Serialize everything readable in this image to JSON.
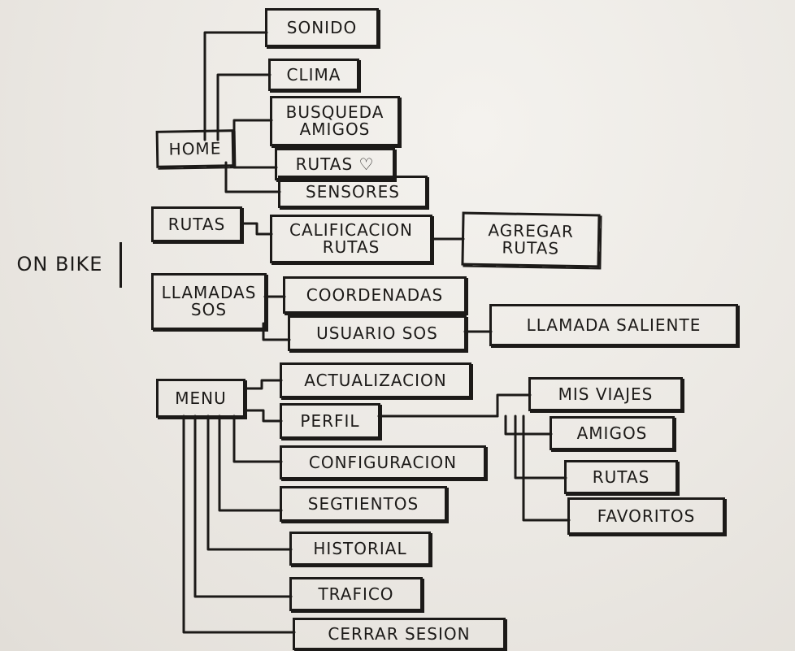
{
  "root": "ON BIKE",
  "nodes": {
    "home": "HOME",
    "sonido": "SONIDO",
    "clima": "CLIMA",
    "busqueda_amigos": "BUSQUEDA\nAMIGOS",
    "rutas_fav": "RUTAS ♡",
    "sensores": "SENSORES",
    "rutas": "RUTAS",
    "calificacion_rutas": "CALIFICACION\nRUTAS",
    "agregar_rutas": "AGREGAR\nRUTAS",
    "llamadas_sos": "LLAMADAS\nSOS",
    "coordenadas": "COORDENADAS",
    "usuario_sos": "USUARIO SOS",
    "llamada_saliente": "LLAMADA SALIENTE",
    "menu": "MENU",
    "actualizacion": "ACTUALIZACION",
    "perfil": "PERFIL",
    "configuracion": "CONFIGURACION",
    "seguimientos": "SEGTIENTOS",
    "historial": "HISTORIAL",
    "trafico": "TRAFICO",
    "cerrar_sesion": "CERRAR SESION",
    "mis_viajes": "MIS VIAJES",
    "amigos": "AMIGOS",
    "perfil_rutas": "RUTAS",
    "favoritos": "FAVORITOS"
  },
  "colors": {
    "ink": "#1c1a18",
    "paper": "#ece9e4"
  }
}
